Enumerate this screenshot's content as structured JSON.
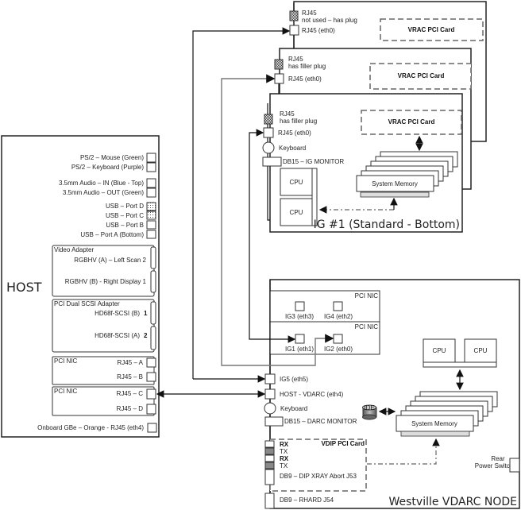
{
  "host": {
    "title": "HOST",
    "ports": [
      {
        "label": "PS/2 – Mouse (Green)"
      },
      {
        "label": "PS/2 – Keyboard (Purple)"
      },
      {
        "label": "3.5mm Audio – IN (Blue - Top)"
      },
      {
        "label": "3.5mm Audio – OUT (Green)"
      },
      {
        "label": "USB – Port D"
      },
      {
        "label": "USB – Port C"
      },
      {
        "label": "USB – Port B"
      },
      {
        "label": "USB – Port A (Bottom)"
      }
    ],
    "video_adapter": {
      "title": "Video Adapter",
      "ports": [
        "RGBHV (A) – Left Scan 2",
        "RGBHV (B) - Right Display 1"
      ]
    },
    "scsi_adapter": {
      "title": "PCI Dual SCSI Adapter",
      "ports": [
        {
          "label": "HD68f-SCSI (B)",
          "num": "1"
        },
        {
          "label": "HD68f-SCSI (A)",
          "num": "2"
        }
      ]
    },
    "nic1": {
      "title": "PCI NIC",
      "ports": [
        "RJ45 – A",
        "RJ45 – B"
      ]
    },
    "nic2": {
      "title": "PCI NIC",
      "ports": [
        "RJ45 – C",
        "RJ45 – D"
      ]
    },
    "onboard": "Onboard GBe – Orange -  RJ45 (eth4)"
  },
  "ig_back": {
    "rj45_top": "RJ45",
    "rj45_top_note": "not used – has plug",
    "rj45_eth0": "RJ45 (eth0)",
    "vrac": "VRAC PCI Card"
  },
  "ig_mid": {
    "rj45_top": "RJ45",
    "rj45_top_note": "has filler plug",
    "rj45_eth0": "RJ45 (eth0)",
    "vrac": "VRAC PCI Card"
  },
  "ig_front": {
    "rj45_top": "RJ45",
    "rj45_top_note": "has filler plug",
    "rj45_eth0": "RJ45 (eth0)",
    "keyboard": "Keyboard",
    "monitor": "DB15 – IG MONITOR",
    "vrac": "VRAC PCI Card",
    "cpu1": "CPU",
    "cpu2": "CPU",
    "memory": "System Memory",
    "title": "IG #1 (Standard - Bottom)"
  },
  "vdarc": {
    "title": "Westville VDARC NODE",
    "nic_top": {
      "title": "PCI NIC",
      "ports": [
        "IG3 (eth3)",
        "IG4 (eth2)"
      ]
    },
    "nic_bottom": {
      "title": "PCI NIC",
      "ports": [
        "IG1 (eth1)",
        "IG2 (eth0)"
      ]
    },
    "ig5": "IG5 (eth5)",
    "host_vdarc": "HOST - VDARC (eth4)",
    "keyboard": "Keyboard",
    "monitor": "DB15 – DARC MONITOR",
    "vdip": {
      "title": "VDIP PCI Card",
      "rx1": "RX",
      "tx1": "TX",
      "rx2": "RX",
      "tx2": "TX",
      "db9": "DB9 – DIP XRAY Abort J53"
    },
    "db9_rhard": "DB9 – RHARD J54",
    "cpu1": "CPU",
    "cpu2": "CPU",
    "memory": "System Memory",
    "ide": "IDE",
    "power_line1": "Rear",
    "power_line2": "Power Switch"
  }
}
